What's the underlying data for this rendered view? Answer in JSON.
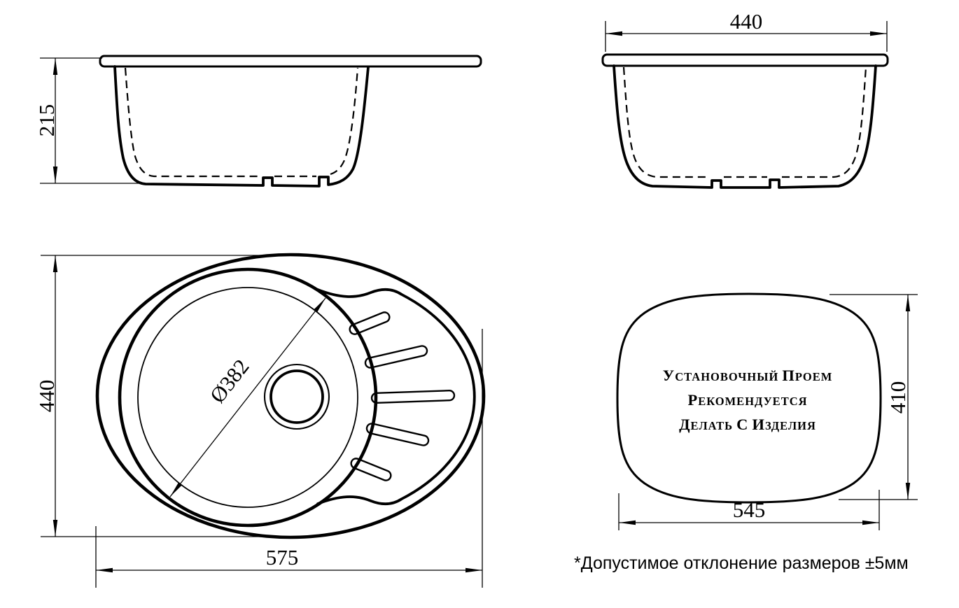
{
  "drawing": {
    "side_view": {
      "depth_mm": "215"
    },
    "front_view": {
      "width_mm": "440"
    },
    "top_view": {
      "width_mm": "440",
      "length_mm": "575",
      "bowl_diameter_mm": "Ø382"
    },
    "cutout_view": {
      "height_mm": "410",
      "width_mm": "545",
      "note_lines": [
        "УСТАНОВОЧНЫЙ ПРОЕМ",
        "РЕКОМЕНДУЕТСЯ",
        "ДЕЛАТЬ С ИЗДЕЛИЯ"
      ]
    },
    "footnote": "*Допустимое отклонение размеров ±5мм",
    "colors": {
      "line": "#000000",
      "background": "#ffffff"
    }
  }
}
